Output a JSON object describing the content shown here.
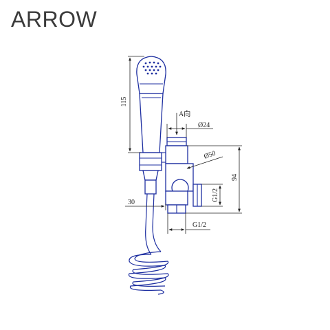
{
  "brand": {
    "name": "ARROW"
  },
  "colors": {
    "line": "#1d2ea0",
    "dimension": "#222222",
    "brand": "#3a3a3a"
  },
  "dimensions": {
    "height_handshower": "115",
    "view_label": "A向",
    "diameter_small": "Ø24",
    "diameter_large": "Ø50",
    "height_valve": "94",
    "thread_side": "G1/2",
    "offset_left": "30",
    "thread_bottom": "G1/2"
  }
}
